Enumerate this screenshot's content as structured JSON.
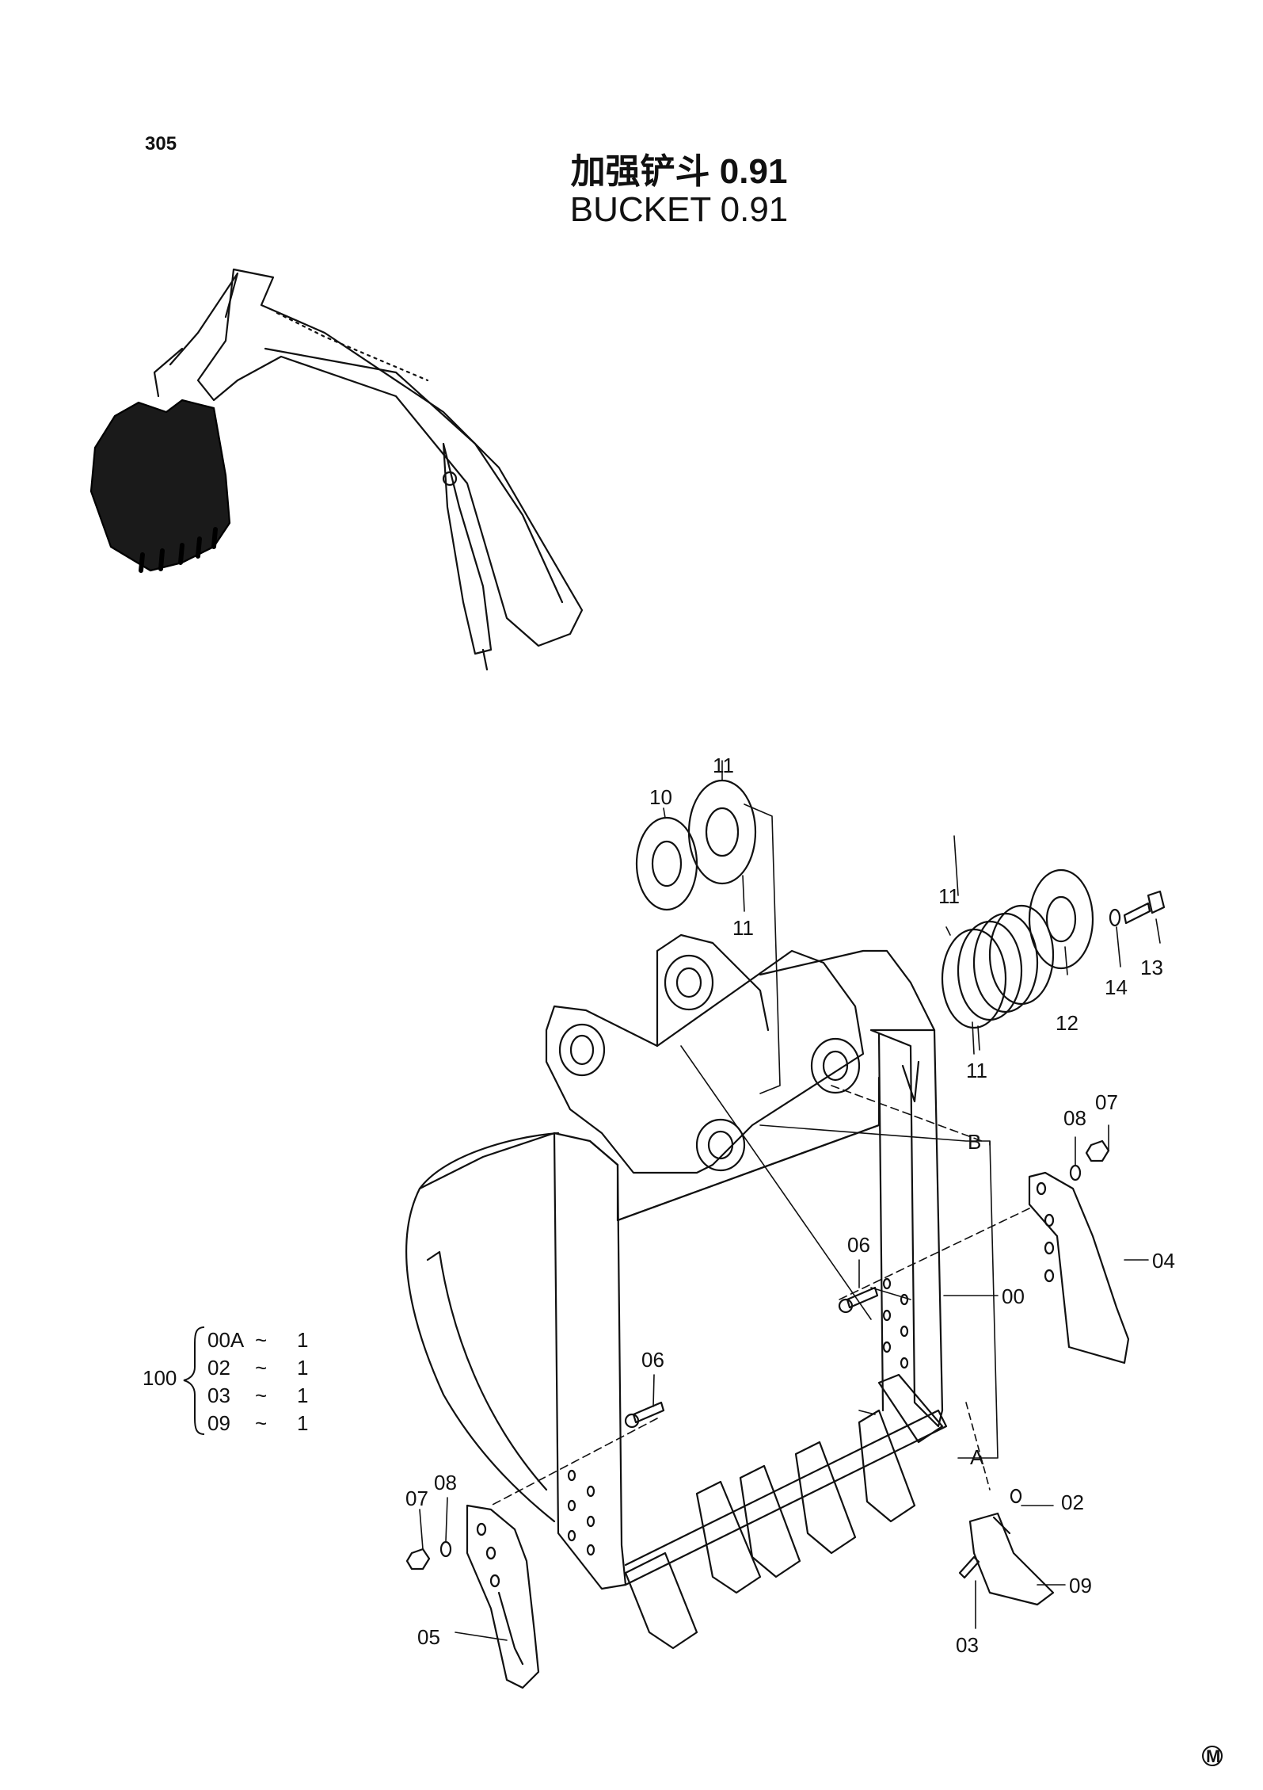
{
  "page_number": "305",
  "title_zh": "加强铲斗 0.91",
  "title_en": "BUCKET 0.91",
  "callouts": {
    "c00": "00",
    "c02": "02",
    "c03": "03",
    "c04": "04",
    "c05": "05",
    "c06a": "06",
    "c06b": "06",
    "c07a": "07",
    "c07b": "07",
    "c08a": "08",
    "c08b": "08",
    "c09": "09",
    "c10": "10",
    "c11a": "11",
    "c11b": "11",
    "c11c": "11",
    "c11d": "11",
    "c12": "12",
    "c13": "13",
    "c14": "14",
    "refA": "A",
    "refB": "B"
  },
  "kit": {
    "number": "100",
    "items": [
      {
        "part": "00A",
        "qty": "1"
      },
      {
        "part": "02",
        "qty": "1"
      },
      {
        "part": "03",
        "qty": "1"
      },
      {
        "part": "09",
        "qty": "1"
      }
    ]
  },
  "corner_mark": "M"
}
